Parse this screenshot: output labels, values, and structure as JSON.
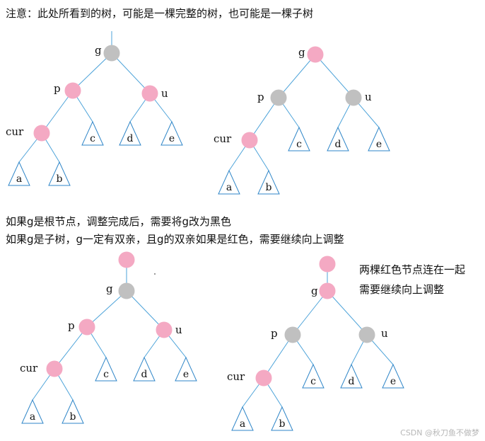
{
  "texts": {
    "top_note": "注意：此处所看到的树，可能是一棵完整的树，也可能是一棵子树",
    "middle_line1": "如果g是根节点，调整完成后，需要将g改为黑色",
    "middle_line2": "如果g是子树，g一定有双亲，且g的双亲如果是红色，需要继续向上调整",
    "right_note1": "两棵红色节点连在一起",
    "right_note2": "需要继续向上调整",
    "watermark": "CSDN @秋刀鱼不做梦"
  },
  "colors": {
    "red_node": "#f4a9c3",
    "gray_node": "#c0c0c0",
    "edge": "#4da3d9",
    "triangle": "#2f86c8"
  },
  "labels": {
    "g": "g",
    "p": "p",
    "u": "u",
    "cur": "cur",
    "a": "a",
    "b": "b",
    "c": "c",
    "d": "d",
    "e": "e"
  },
  "diagrams": [
    {
      "name": "top-left",
      "node_colors": {
        "g": "gray",
        "p": "red",
        "u": "red",
        "cur": "red"
      },
      "has_parent": false
    },
    {
      "name": "top-right",
      "node_colors": {
        "g": "red",
        "p": "gray",
        "u": "gray",
        "cur": "red"
      },
      "has_parent": false
    },
    {
      "name": "bottom-left",
      "node_colors": {
        "parent": "red",
        "g": "gray",
        "p": "red",
        "u": "red",
        "cur": "red"
      },
      "has_parent": true
    },
    {
      "name": "bottom-right",
      "node_colors": {
        "parent": "red",
        "g": "red",
        "p": "gray",
        "u": "gray",
        "cur": "red"
      },
      "has_parent": true
    }
  ]
}
